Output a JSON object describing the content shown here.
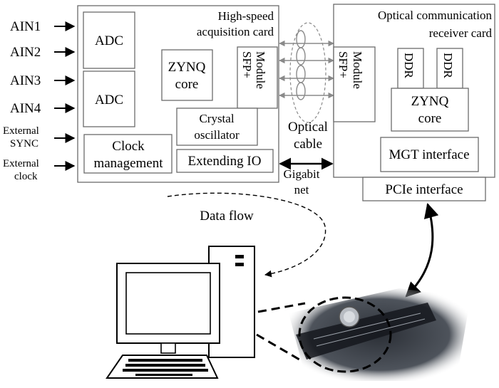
{
  "inputs": {
    "ain1": "AIN1",
    "ain2": "AIN2",
    "ain3": "AIN3",
    "ain4": "AIN4",
    "ext_sync_line1": "External",
    "ext_sync_line2": "SYNC",
    "ext_clock_line1": "External",
    "ext_clock_line2": "clock"
  },
  "acquisition_card": {
    "title_line1": "High-speed",
    "title_line2": "acquisition card",
    "adc1": "ADC",
    "adc2": "ADC",
    "zynq_line1": "ZYNQ",
    "zynq_line2": "core",
    "sfp_line1": "SFP+",
    "sfp_line2": "Module",
    "crystal_line1": "Crystal",
    "crystal_line2": "oscillator",
    "clock_line1": "Clock",
    "clock_line2": "management",
    "extending_io": "Extending IO"
  },
  "link": {
    "optical_line1": "Optical",
    "optical_line2": "cable",
    "gigabit_line1": "Gigabit",
    "gigabit_line2": "net"
  },
  "receiver_card": {
    "title_line1": "Optical communication",
    "title_line2": "receiver card",
    "sfp_line1": "SFP+",
    "sfp_line2": "Module",
    "ddr1": "DDR",
    "ddr2": "DDR",
    "zynq_line1": "ZYNQ",
    "zynq_line2": "core",
    "mgt": "MGT interface",
    "pcie": "PCIe interface"
  },
  "data_flow": "Data flow",
  "colors": {
    "box_stroke": "#6b6b6b",
    "fiber": "#8a8a8a",
    "board": "#2b2f36"
  }
}
